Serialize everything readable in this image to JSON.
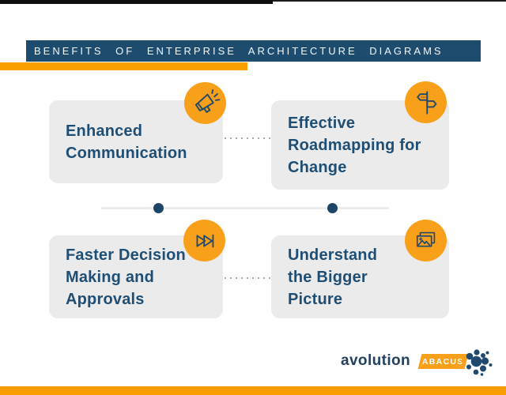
{
  "header": {
    "title": "BENEFITS OF ENTERPRISE ARCHITECTURE DIAGRAMS"
  },
  "cards": [
    {
      "label": "Enhanced\nCommunication",
      "icon": "megaphone-icon"
    },
    {
      "label": "Effective\nRoadmapping for\nChange",
      "icon": "signpost-icon"
    },
    {
      "label": "Faster Decision\nMaking and\nApprovals",
      "icon": "fast-forward-icon"
    },
    {
      "label": "Understand\nthe Bigger\nPicture",
      "icon": "pictures-icon"
    }
  ],
  "footer": {
    "brand": "avolution",
    "product": "ABACUS"
  },
  "colors": {
    "navy_bar": "#1d4c6e",
    "text_navy": "#1f4e74",
    "orange": "#f9a01b",
    "orange_bar": "#f89c00",
    "card_gray": "#ebebeb",
    "dot_navy": "#1e4566"
  }
}
